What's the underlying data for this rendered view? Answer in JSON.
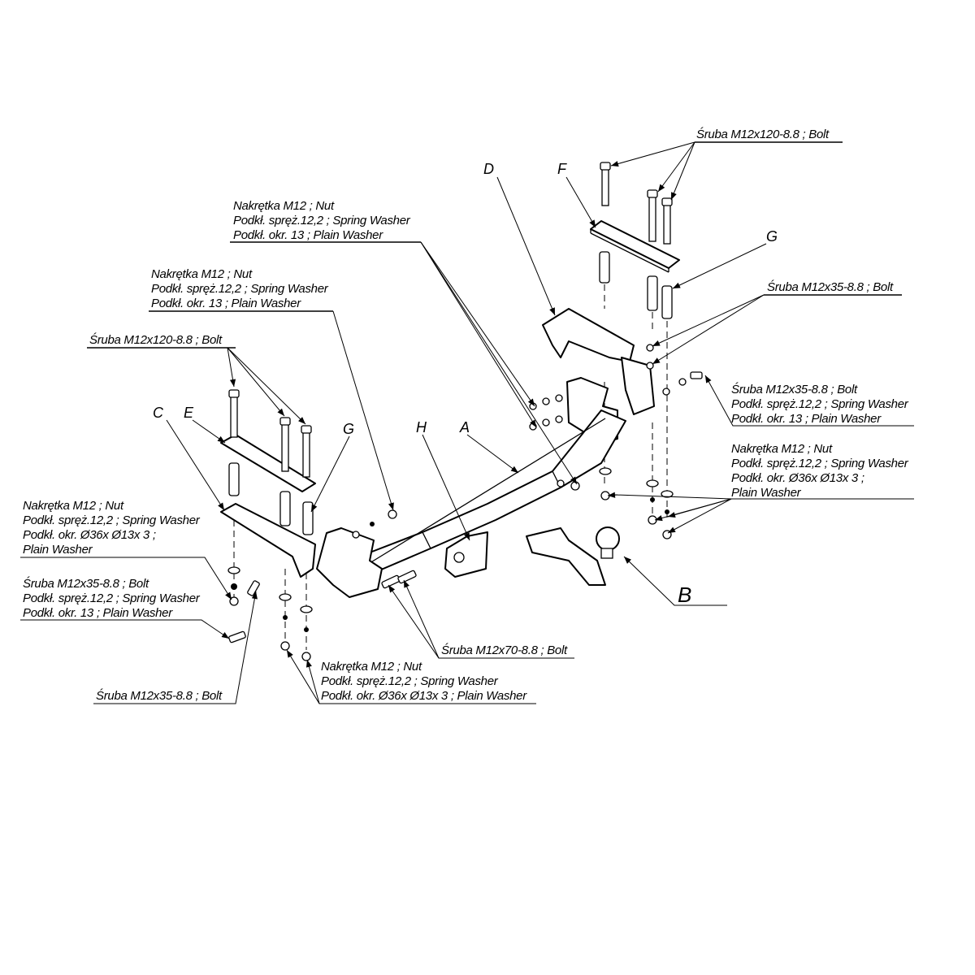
{
  "title": "Tow bar assembly exploded view",
  "part_letters": {
    "A": "A",
    "B": "B",
    "C": "C",
    "D": "D",
    "E": "E",
    "F": "F",
    "G1": "G",
    "G2": "G",
    "H": "H"
  },
  "labels": {
    "top_right_bolt": [
      "Śruba M12x120-8.8 ;  Bolt"
    ],
    "top_center_group": [
      "Nakrętka  M12 ; Nut",
      "Podkł. spręż.12,2 ; Spring Washer",
      "Podkł. okr. 13 ; Plain Washer"
    ],
    "right_bolt_35": [
      "Śruba M12x35-8.8 ;  Bolt"
    ],
    "upper_left_group": [
      "Nakrętka  M12 ; Nut",
      "Podkł. spręż.12,2 ; Spring Washer",
      "Podkł. okr. 13 ; Plain Washer"
    ],
    "left_bolt_120": [
      "Śruba M12x120-8.8 ;  Bolt"
    ],
    "right_bolt_group": [
      "Śruba M12x35-8.8 ;  Bolt",
      "Podkł. spręż.12,2 ; Spring Washer",
      "Podkł. okr. 13 ; Plain Washer"
    ],
    "right_nut_group": [
      "Nakrętka  M12 ; Nut",
      "Podkł. spręż.12,2 ; Spring Washer",
      "Podkł. okr.  Ø36x Ø13x 3 ;",
      "Plain Washer"
    ],
    "left_nut_group": [
      "Nakrętka  M12 ; Nut",
      "Podkł. spręż.12,2 ; Spring Washer",
      "Podkł. okr.  Ø36x Ø13x 3 ;",
      "Plain Washer"
    ],
    "left_bolt_group": [
      "Śruba M12x35-8.8 ;  Bolt",
      "Podkł. spręż.12,2 ; Spring Washer",
      "Podkł. okr. 13 ; Plain Washer"
    ],
    "bottom_left_bolt": [
      "Śruba M12x35-8.8 ;  Bolt"
    ],
    "bottom_bolt_70": [
      "Śruba M12x70-8.8 ;  Bolt"
    ],
    "bottom_nut_group": [
      "Nakrętka  M12 ; Nut",
      "Podkł. spręż.12,2 ; Spring Washer",
      "Podkł. okr.  Ø36x Ø13x 3 ; Plain Washer"
    ]
  }
}
